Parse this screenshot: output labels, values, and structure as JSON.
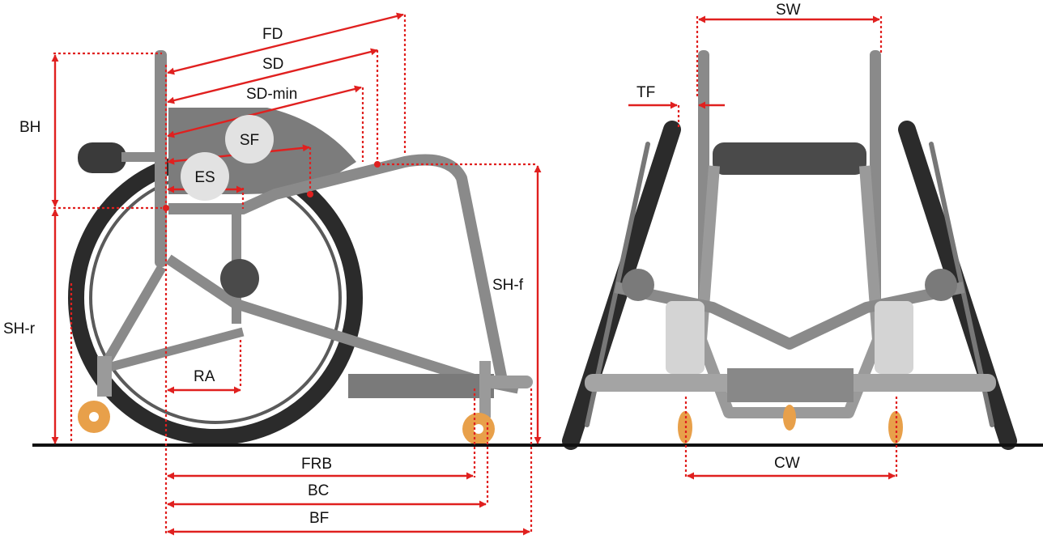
{
  "labels": {
    "fd": "FD",
    "sd": "SD",
    "sd_min": "SD-min",
    "bh": "BH",
    "sf": "SF",
    "es": "ES",
    "sh_r": "SH-r",
    "ra": "RA",
    "sh_f": "SH-f",
    "frb": "FRB",
    "bc": "BC",
    "bf": "BF",
    "sw": "SW",
    "tf": "TF",
    "cw": "CW"
  },
  "colors": {
    "dimension": "#e0201f",
    "frame": "#8a8a8a",
    "frame_dark": "#6a6a6a",
    "tire": "#2b2b2b",
    "caster": "#e8a04a",
    "ground": "#111111",
    "plate": "#7c7c7c",
    "marker": "#e2e2e2"
  }
}
